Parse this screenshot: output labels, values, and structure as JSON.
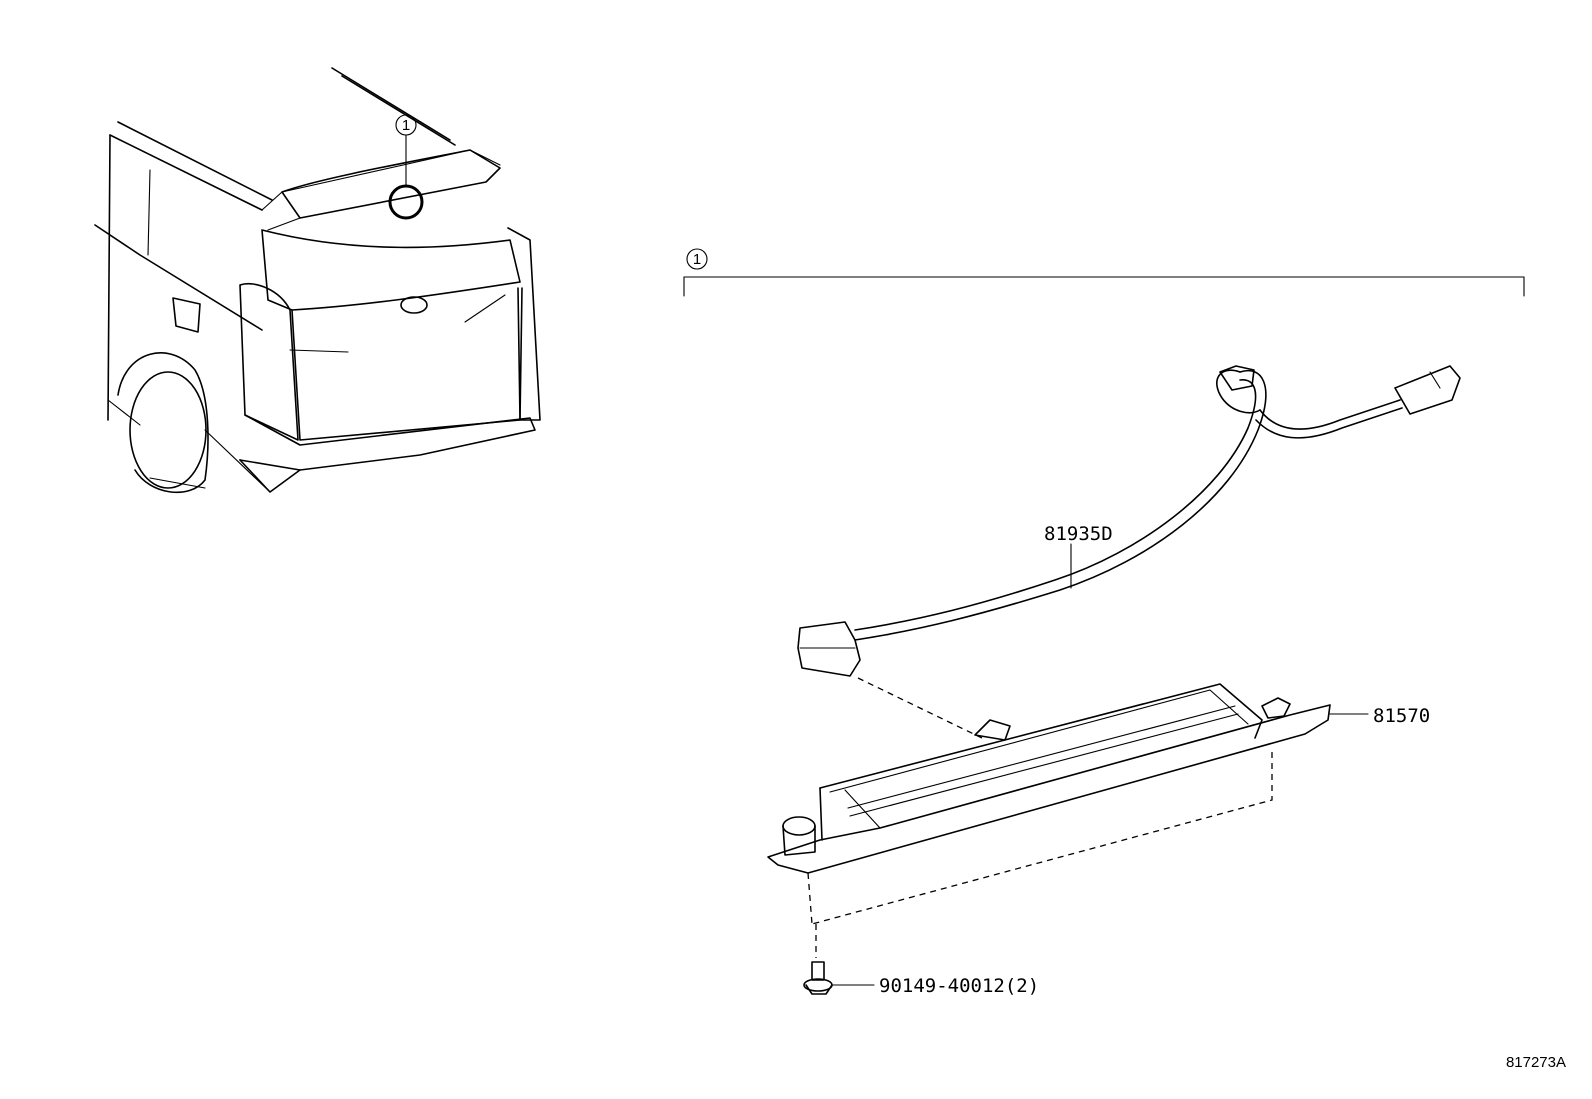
{
  "diagram": {
    "callout_marker": "1",
    "parts": [
      {
        "part_number": "81935D"
      },
      {
        "part_number": "81570"
      },
      {
        "part_number": "90149-40012(2)"
      }
    ],
    "figure_ref": "817273A"
  }
}
